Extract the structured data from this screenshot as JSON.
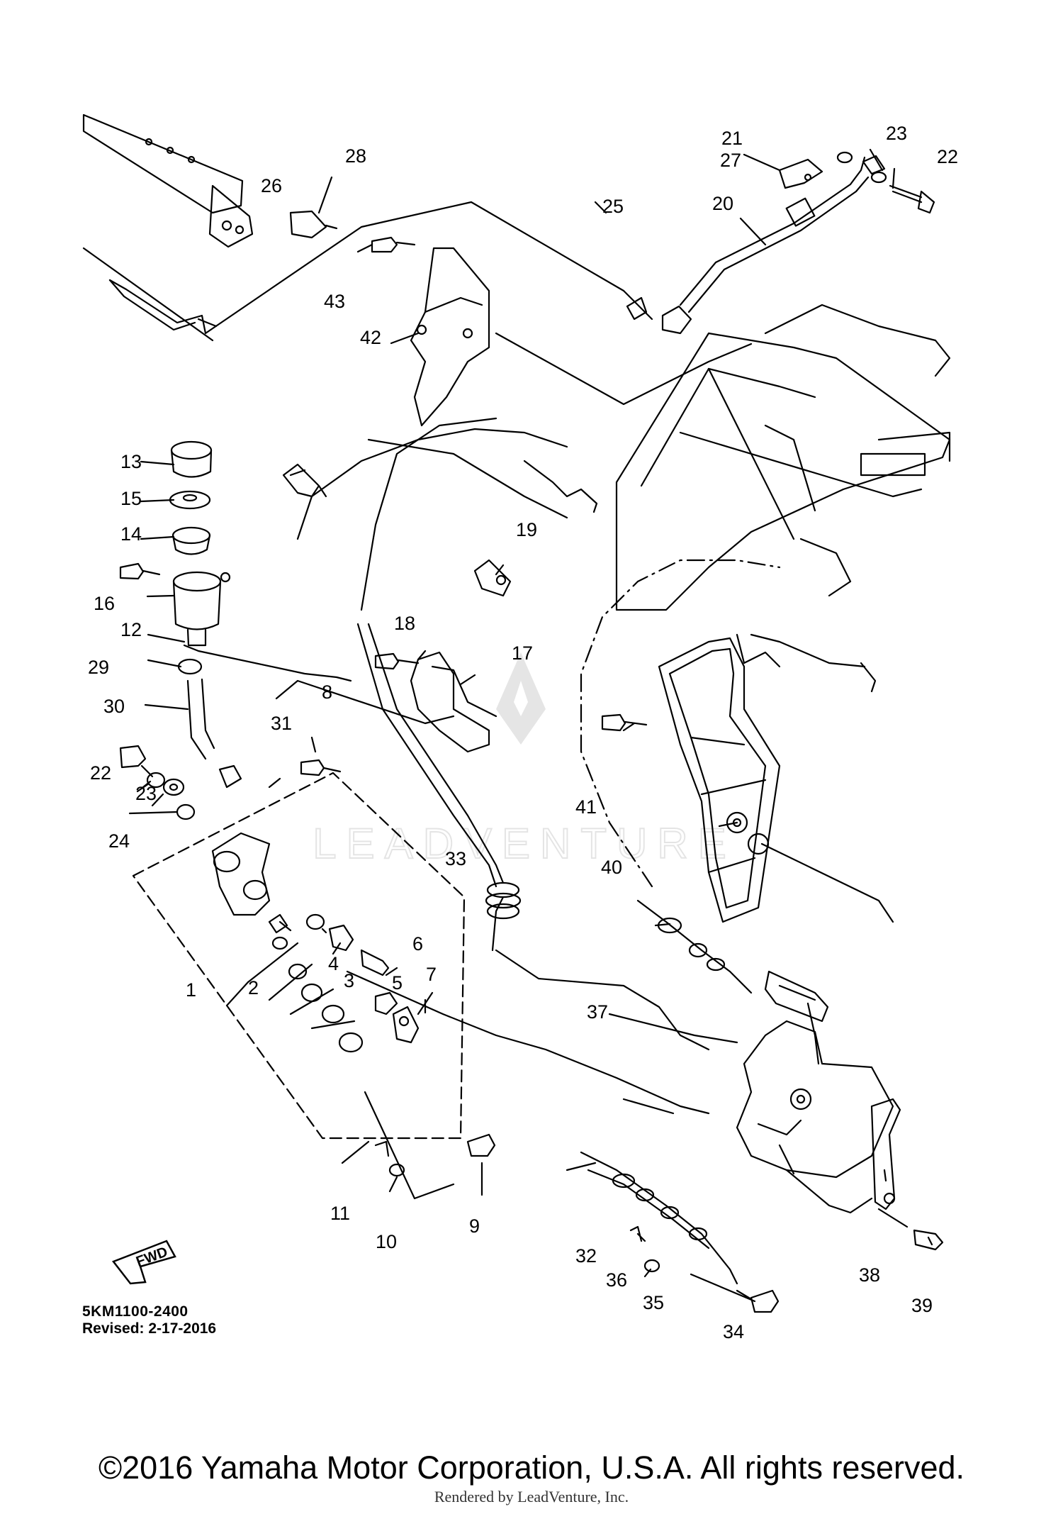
{
  "diagram": {
    "drawing_number": "5KM1100-2400",
    "revised": "Revised: 2-17-2016",
    "fwd_label": "FWD",
    "copyright": "©2016 Yamaha Motor Corporation, U.S.A. All rights reserved.",
    "rendered_by": "Rendered by LeadVenture, Inc.",
    "watermark": "LEADVENTURE",
    "callouts": [
      "1",
      "2",
      "3",
      "4",
      "5",
      "6",
      "7",
      "8",
      "9",
      "10",
      "11",
      "12",
      "13",
      "14",
      "15",
      "16",
      "17",
      "18",
      "19",
      "20",
      "21",
      "22",
      "22",
      "23",
      "23",
      "24",
      "25",
      "26",
      "27",
      "28",
      "29",
      "30",
      "31",
      "32",
      "33",
      "34",
      "35",
      "36",
      "37",
      "38",
      "39",
      "40",
      "41",
      "42",
      "43"
    ]
  }
}
